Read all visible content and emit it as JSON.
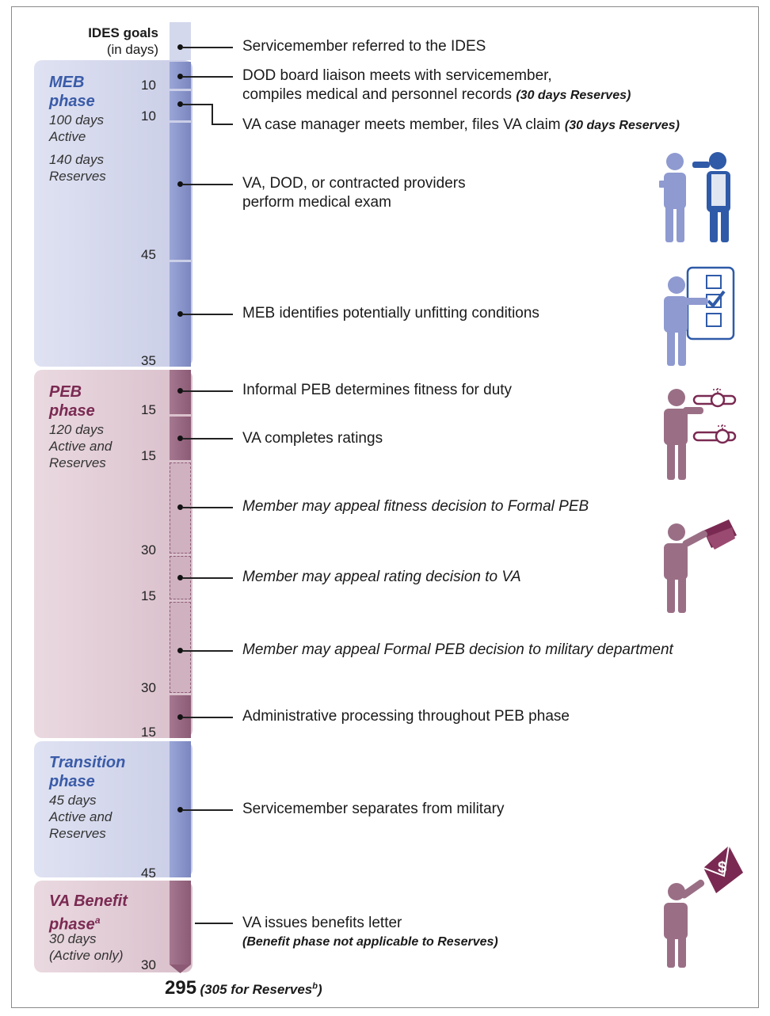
{
  "header": {
    "title": "IDES goals",
    "subtitle": "(in days)"
  },
  "phases": {
    "meb": {
      "name": "MEB",
      "name2": "phase",
      "days1": "100 days",
      "days1b": "Active",
      "days2": "140 days",
      "days2b": "Reserves"
    },
    "peb": {
      "name": "PEB",
      "name2": "phase",
      "days1": "120 days",
      "days1b": "Active and",
      "days1c": "Reserves"
    },
    "transition": {
      "name": "Transition",
      "name2": "phase",
      "days1": "45 days",
      "days1b": "Active and",
      "days1c": "Reserves"
    },
    "vabenefit": {
      "name": "VA Benefit",
      "name2": "phase",
      "sup": "a",
      "days1": "30 days",
      "days1b": "(Active only)"
    }
  },
  "durations": [
    "10",
    "10",
    "45",
    "35",
    "15",
    "15",
    "30",
    "15",
    "30",
    "15",
    "45",
    "30"
  ],
  "steps": {
    "referred": "Servicemember referred to the IDES",
    "liaison_1": "DOD board liaison meets with servicemember,",
    "liaison_2": "compiles medical and personnel records",
    "liaison_note": "(30 days Reserves)",
    "case_manager": "VA case manager meets member, files VA claim",
    "case_manager_note": "(30 days Reserves)",
    "exam_1": "VA, DOD, or contracted providers",
    "exam_2": "perform medical exam",
    "meb_identifies": "MEB identifies potentially unfitting conditions",
    "informal_peb": "Informal PEB determines fitness for duty",
    "va_ratings": "VA completes ratings",
    "appeal_fitness": "Member may appeal fitness decision to Formal PEB",
    "appeal_rating": "Member may appeal rating decision to VA",
    "appeal_formal": "Member may appeal Formal PEB decision to military department",
    "admin": "Administrative processing throughout PEB phase",
    "separates": "Servicemember separates from military",
    "benefits_letter": "VA issues benefits letter",
    "benefits_note": "(Benefit phase not applicable to Reserves)"
  },
  "total": {
    "value": "295",
    "note": "(305 for Reserves",
    "sup": "b",
    "close": ")"
  },
  "colors": {
    "blue": "#3a5ba8",
    "purple": "#7a2a52",
    "blue_icon": "#8e9ad0",
    "blue_dark": "#2f5aa8",
    "purple_icon": "#9a6f86"
  }
}
